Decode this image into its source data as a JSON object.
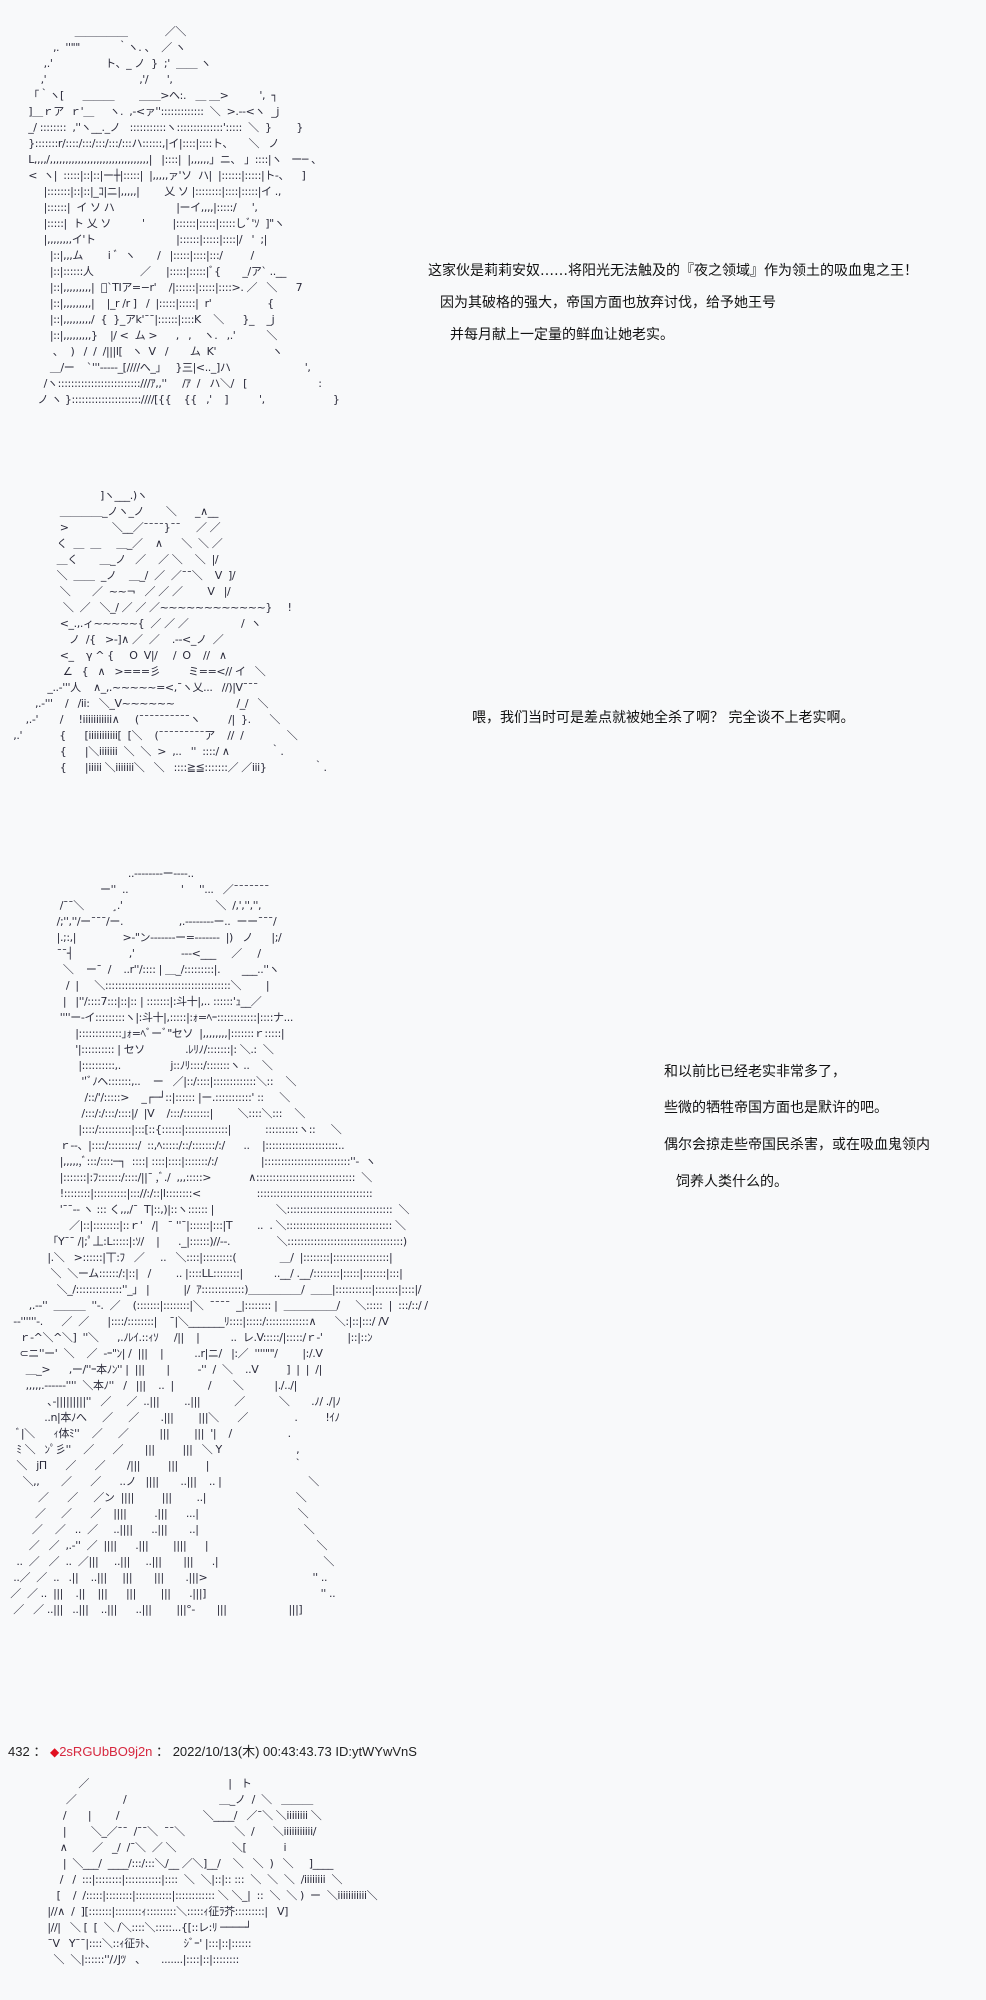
{
  "page": {
    "background": "#f8f9fa",
    "text_color": "#111111",
    "trip_color": "#d6283f"
  },
  "panels": [
    {
      "id": "panel-1",
      "art_subject": "girl with bow hat (vampire queen Lilianne)",
      "art_lines": [
        "                 ＿＿＿＿＿            ／＼",
        "          ,.  ''\"\"            ｀ヽ. 、  ／ ヽ",
        "       ,.'                 ト、_ ノ  }  ;'  ＿＿ ヽ",
        "      ,'                              ,'/      ',",
        "  「｀ヽ[      ＿＿＿        ＿＿>ヘ:.   ＿ ＿>          ',  ┐",
        "  ]＿ｒア  ｒ'＿     ヽ.  ,-<ァ'':::::::::::::  ＼  >.--<ヽ  _j",
        "  _/ ::::::::  ,''ヽ__._ノ   :::::::::::ヽ::::::::::::::':::::  ＼  }        }",
        "  }:::::::r/::::/:::/:::/:::/:::ハ::::::,|イ|::::|::::ト、     ＼   ノ",
        "  L,,,,/,,,,,,,,,,,,,,,,,,,,,,,,,,,,,,,,|   |::::|  |,,,,,,」ニ、 」::::|ヽ   ー─ 、",
        "  <  ヽ|  :::::|::|::|ー┼|:::::|  |,,,,,ァ'ソ  ハ|  |::::::|:::::|ト-、    ]",
        "       |:::::::|::|::|_ｺ|ニ|,,,,,|        乂 ソ |::::::::|::::|:::::|イ .,",
        "       |::::::|  イ ソ ハ                    |ーイ,,,,|:::::/     ',",
        "       |:::::|  ト 乂 ソ          '         |::::::|:::::|:::::しﾞ'ｿ  ]\"ヽ",
        "       |,,,,,,,,イ'ト                          |::::::|:::::|::::|/   '  ;|",
        "         |::|,,,ム        i ﾞ  ヽ       /   |:::::|::::|:::/         /",
        "         |::|::::::人               ／     |:::::|:::::|ﾞ{       _/ア` ..__",
        "         |::|,,,,,,,,,|  ﾞ`TIア=−r'    /|::::::|:::::|::::>. ／   ＼      7",
        "         |::|,,,,,,,,,|    |_r /r ]   /  |:::::|:::::|  r'                  {",
        "         |::|,,,,,,,,,/  {  }_アk'¯¯|::::::|::::K    ＼      }_    _j",
        "         |::|,,,,,,,,,}    |/ <  ム >      ,   ,    ヽ.   ,.'          ＼",
        "          ､    )   /  /  /|||l[   ヽ  V   /       ム  K'                  ヽ",
        "         ＿/ー    `'''-----_[////へ_」   }三|<.._]ハ                        ',",
        "       /ヽ:::::::::::::::::::::::::///ｱ,,''     /ｱ  /   ハ＼/   [                       :",
        "     ノ ヽ }:::::::::::::::::::::////[{{    {{   ,'    ]          ',                      }"
      ],
      "dialog": [
        "这家伙是莉莉安奴……将阳光无法触及的『夜之领域』作为领土的吸血鬼之王！",
        "  因为其破格的强大，帝国方面也放弃讨伐，给予她王号",
        "    并每月献上一定量的鲜血让她老实。"
      ]
    },
    {
      "id": "panel-2",
      "art_subject": "spiky-haired man with scarred face",
      "art_lines": [
        "                               ]ヽ___.)ヽ",
        "                  ＿＿＿＿_ノヽ_ノ       ＼      _∧__",
        "                  >              ＼__／¯¯¯¯}¯¯     ／ ／",
        "                 く  ＿  ＿     ＿_／    ∧      ＼  ＼ ／",
        "                 ＿く       ＿_ノ   ／    ／ ＼    ＼  |/",
        "                 ＼  ＿＿  _ノ    ＿_/  ／  ／¯¯＼    V  ]/",
        "                  ＼       ／  ~~¬   ／ ／ ／        V   |/",
        "                   ＼  ／   ＼_/ ／ ／ ／~~~~~~~~~~~~}     !",
        "                  <_.,.ィ~~~~~{  ／ ／ ／                 /  ヽ",
        "                     ノ  /{   >-]∧ ／  ／    .--<_ノ  ／",
        "                  <_    γ ^ {     O  V|/     /  O    //   ∧",
        "                   ∠   {   ∧   >===彡         ミ==<// イ   ＼",
        "              _..-'''人    ∧_,.~~~~~=<,¯ヽ乂...   //)|V¯¯¯",
        "          ,.-'''    /   /ii:   ＼_V~~~~~~                    /_/   ＼",
        "       ,.-'       /     !iiiiiiiiiii∧     (¯¯¯¯¯¯¯¯¯¯ヽ         /|  }.      ＼",
        "   ,.'            {      [iiiiiiiiiii[  [＼    (¯¯¯¯¯¯¯¯¯ア    //  /              ＼",
        "                  {      |＼iiiiiii  ＼  ＼  >  ,..   ''  ::::/ ∧             ｀.",
        "                  {      |iiiii ＼iiiiiii＼   ＼   ::::≧≦:::::::／ ／iii}               ｀."
      ],
      "dialog": [
        "喂，我们当时可是差点就被她全杀了啊？  完全谈不上老实啊。"
      ]
    },
    {
      "id": "panel-3",
      "art_subject": "vampire queen with bow hat and long sleeves, full body",
      "art_lines": [
        "                                        ..--------ー----..",
        "                               ー''  ..                 '     ''...   ／¯¯¯¯¯¯¯",
        "                  /¯¯＼         ¸.'                              ＼  /,','','',",
        "                 /;'',''/ー¯¯¯/ー.                  ,.-‐‐‐‐‐‐‐ー..  ーー¯¯¯/",
        "                 |.;:,|               >-\"ン-------ー=-------  |)   ノ      |;/",
        "                 ¯¯┤                  ,'               ---<___     ／     /",
        "                   ＼    ー¯  /    ..r''/:::: | ＿_/:::::::::|.       ___..''ヽ",
        "                    /  |     ＼::::::::::::::::::::::::::::::::::::::＼        |",
        "                   |   |''/::::7:::|::|:: | :::::::|:斗十|,.. ::::::'ｭ__／",
        "                  ''''ー‐イ:::::::::ヽ|:斗十|,:::::|:ｫ=ﾍｰ::::::::::::|::::ナ...",
        "                       |:::::::::::::｣ｫ=ﾍﾞーﾞ\"セソ  |,,,,,,,,|:::::::ｒ:::::|",
        "                       '|:::::::::: | セソ             .ﾚﾘﾉ/:::::::|: ＼.:  ＼",
        "                        |::::::::::,.                j::ﾉﾘ::::/:::::::ヽ ..    ＼",
        "                         ''ﾞﾉヘ:::::::,..    ー   ／|::/::::|:::::::::::::＼::    ＼",
        "                          /::/'/:::::>    _┌─┘::|:::::: |ー.:::::::::::' ::     ＼",
        "                         /:::/:/:::/::::|/  |V    /:::/::::::::|        ＼::::＼:::    ＼",
        "                        |::::/::::::::::|:::[::{::::::|:::::::::::::|           ::::::::::ヽ::     ＼",
        "                  ｒ--、|::::/:::::::::/  ::,ﾍ:::::/::/:::::::/:/      ..    |::::::::::::::::::::::..",
        "                  |,,,,,,ﾞ:::/::::─┐  ::::| ::::|::::|:::::::/:/              |::::::::::::::::::::::::::''-  ヽ",
        "                  |:::::::|:ﾌ:::::::/::::/||¯ ,ﾞ./  ,,,:::::>            ∧::::::::::::::::::::::::::::::  ＼",
        "                  !::::::::|::::::::::|::://:/::|l::::::::<                  :::::::::::::::::::::::::::::::::::",
        "                  '¯¯-- ヽ ::: く,,,/¯  T|::,)|::ヽ:::::: |                    ＼::::::::::::::::::::::::::::::::  ＼",
        "                     ／|::|::::::::|::ｒ'   /|   ¯ ''¯|::::::|:::|T        ..  . ＼:::::::::::::::::::::::::::::::: ＼",
        "              「Y¯¯ /|;ﾟ丄:L:::::|:ｿ/    |      ._|::::::)//--.               ＼:::::::::::::::::::::::::::::::::::)",
        "              |.＼   >::::::|丅:ﾌ   ／     ..   ＼::::|:::::::::(              ＿/  |::::::::|:::::::::::::::::|",
        "               ＼  ＼ーム::::::/:|::|   /        .. |::::LL::::::::|          ..__/ .__/::::::::|:::::|:::::::|:::|",
        "                 ＼_/::::::::::::::''_」 |           |/  ｱ:::::::::::::)＿＿＿＿＿/  ＿＿|:::::::::::|:::::::|::::|/",
        "        ,.--''  ＿＿＿  ''-.  ／    (:::::::|::::::::|＼  ¯¯¯¯  _|:::::::: |  ＿＿＿＿＿/     ＼:::::  |  :::/::/ /",
        "   --''''''-.      ／  ／      |::::/::::::::|    ¯|＼_______ﾘ::::|:::::/:::::::::::::∧      ＼:|::|:::/ /V",
        "     ｒ-^＼^＼]  ''＼      ,.ﾉﾚｲ.::ｨｿ     /||    |          ..  レ.V:::::/|:::::/ｒ-'        |::|::ﾝ",
        "     ⊂ニ''ー'  ＼    ／  -ｰ\"ﾝ| /  |||    |          ..r|ニ/   |:／  ''''\"\"/        |:/.V",
        "       ＿_>      ,ー/''ｰ本ﾉﾝ'' |  |||       |         -''  /  ＼    ..V         ]  |  |  /|",
        "       ,,,,,.------''''  ＼本ﾉ''   /   |||    ..  |           /       ＼          |./../|",
        "              ､-|||||||||''   ／     ／  ..|||        ..|||           ／           ＼       .ﾉ/ ./|ﾉ",
        "             ..n|本ﾉへ     ／     ／       .|||        |||＼      ／               .         !ｲﾉ",
        "    ﾞ|＼      ｨ体ﾐ''    ／     ／          |||        |||  '|    /                  .",
        "    ﾐ ＼   ﾝﾟ彡''    ／      ／       |||         |||   ＼ Y                        ,",
        "    ＼   jΠ      ／      ／       /|||         |||         |                           ｀",
        "      ＼,,       ／      ／      ..ノ   ||||       ..|||    .. |                            ＼",
        "           ／      ／     ／ン  ||||         |||        ..|                             ＼",
        "          ／     ／      ／    ||||         .|||      ...|                                ＼",
        "         ／    ／   ..  ／     ..||||      ..|||       ..|                                  ＼",
        "        ／   ／  ,.-''  ／  ||||      .|||        ||||      |                                   ＼",
        "    ..  ／   ／  ..  ／|||     ..|||     ..|||       |||      .|                                  ＼",
        "   ..／  ／  ..   .||    ..|||     |||       |||       .|||>                                  '' ..",
        "  ／  ／ ..  |||    .||    |||      |||        |||      .|||]                                     '' ..",
        "   ／   ／ ..|||   ..|||    ..|||      ..|||        |||°-       |||                    |||]"
      ],
      "dialog": [
        "和以前比已经老实非常多了，",
        "些微的牺牲帝国方面也是默许的吧。",
        " 偶尔会掠走些帝国民杀害，或在吸血鬼领内",
        "   饲养人类什么的。"
      ]
    },
    {
      "id": "panel-4",
      "art_subject": "figure with gauntlet, cropped at bottom",
      "art_lines": [
        "                        ／                                             |   ト",
        "                    ／               /                              ＿_ノ  /  ＼   ＿＿＿",
        "                   /       |        /                           ＼____/   ／¯＼ ＼iiiiiiii ＼",
        "                   |        ＼_／¯¯  /¯¯＼  ¯¯＼                ＼  /      ＼iiiiiiiiiii/",
        "                  ∧        ／   _/  /¯＼  ／ ＼                  ＼[            i",
        "                   |  ＼___/  ____/:::/:::＼/__ ／＼]__/    ＼   ＼  )   ＼     ]____",
        "                  /   /  :::|::::::::|:::::::::::|::::  ＼  ＼|::|:: :::  ＼  ＼  ＼  /iiiiiiii  ＼",
        "                 [    /  /:::::|::::::::|:::::::::::|:::::::::::: ＼ ＼_|  ::  ＼  ＼ )  ー  ＼iiiiiiiiiii＼",
        "              |//∧  /  ][:::::::|::::::::ｨ:::::::::＼:::::ｨ征ﾗ芥:::::::::|   V]",
        "              |//|   ＼ [  [  ＼ /＼::::＼:::::...{[::レ:ﾘ ────┘",
        "              ¯V   Y¯¯|::::＼::ｨ征ﾗﾄ、         ｼﾞｰ' |:::|::|::::::",
        "                ＼  ＼|::::::''/ﾉJﾂ   、     .......|::::|::|::::::::"
      ]
    }
  ],
  "post": {
    "number": "432",
    "separator": "：",
    "diamond_icon": "◆",
    "tripcode": "2sRGUbBO9j2n",
    "timestamp": "2022/10/13(木) 00:43:43.73",
    "id_label": "ID:ytWYwVnS"
  }
}
